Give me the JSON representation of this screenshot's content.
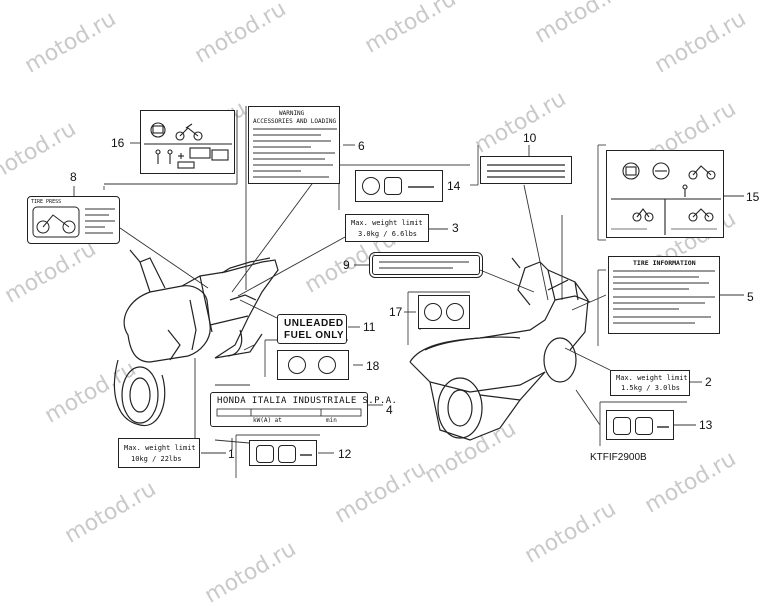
{
  "watermark": "motod.ru",
  "diagram_code": "KTFIF2900B",
  "callouts": [
    "1",
    "2",
    "3",
    "4",
    "5",
    "6",
    "8",
    "9",
    "10",
    "11",
    "12",
    "13",
    "14",
    "15",
    "16",
    "17",
    "18"
  ],
  "labels": {
    "label_1": {
      "line1": "Max. weight limit",
      "line2": "10kg  /  22lbs"
    },
    "label_2": {
      "line1": "Max. weight limit",
      "line2": "1.5kg  /  3.0lbs"
    },
    "label_3": {
      "line1": "Max. weight limit",
      "line2": "3.0kg  /  6.6lbs"
    },
    "label_4": {
      "line1": "HONDA ITALIA INDUSTRIALE S.P.A.",
      "line2a": "kW(A) at",
      "line2b": "min"
    },
    "label_5": {
      "title": "TIRE INFORMATION"
    },
    "label_6": {
      "title": "WARNING",
      "subtitle": "ACCESSORIES AND LOADING"
    },
    "label_8": {
      "title": "TIRE PRESS"
    },
    "label_11": {
      "line1": "UNLEADED",
      "line2": "FUEL  ONLY"
    }
  }
}
